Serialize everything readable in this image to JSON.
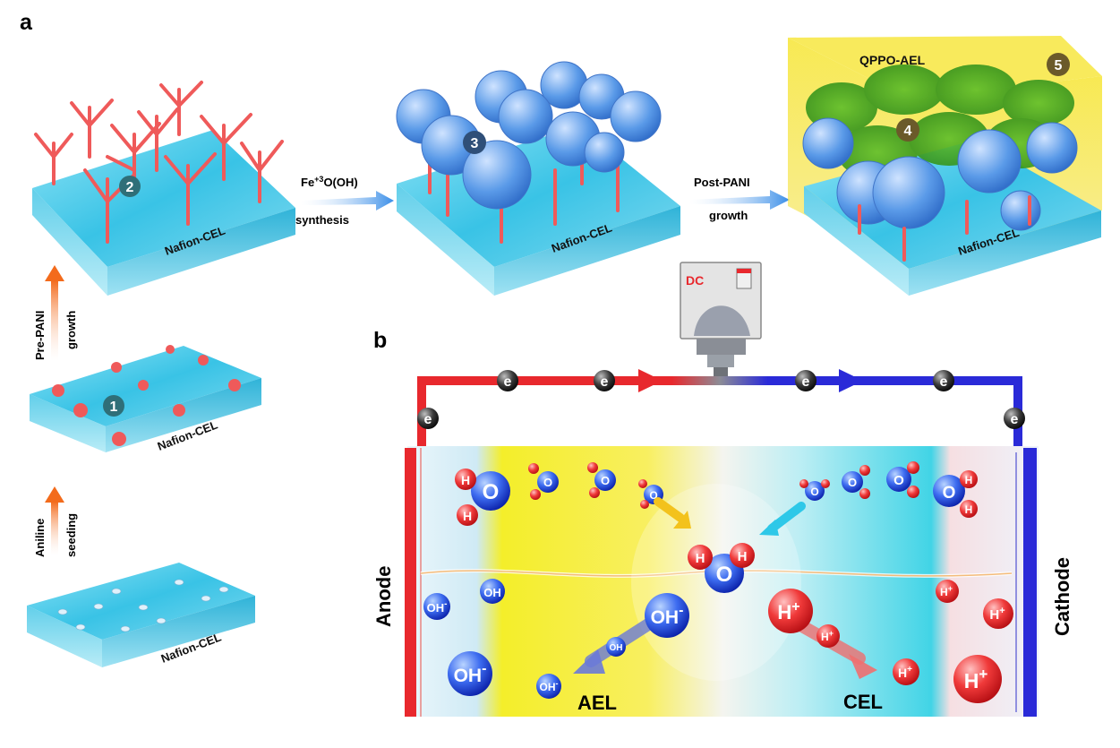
{
  "panel_a": {
    "letter": "a",
    "steps": [
      {
        "number": "1",
        "membrane": "Nafion-CEL"
      },
      {
        "number": "2",
        "membrane": "Nafion-CEL"
      },
      {
        "number": "3",
        "membrane": "Nafion-CEL"
      },
      {
        "number": "4",
        "membrane": "Nafion-CEL",
        "top_layer": "QPPO-AEL",
        "top_number": "5"
      }
    ],
    "base_membrane": "Nafion-CEL",
    "arrows": {
      "seeding_line1": "Aniline",
      "seeding_line2": "seeding",
      "pre_line1": "Pre-PANI",
      "pre_line2": "growth",
      "fe_line1": "Fe",
      "fe_sup": "+3",
      "fe_line1_rest": "O(OH)",
      "fe_line2": "synthesis",
      "post_line1": "Post-PANI",
      "post_line2": "growth"
    }
  },
  "panel_b": {
    "letter": "b",
    "power_source": "DC",
    "electron": "e",
    "anode": "Anode",
    "cathode": "Cathode",
    "ael": "AEL",
    "cel": "CEL",
    "oh": "OH",
    "minus": "-",
    "h": "H",
    "plus": "+",
    "o": "O"
  },
  "colors": {
    "membrane": "#39c3e6",
    "pani": "#ef5a5a",
    "feooh": "#5a9ae8",
    "ael_yellow": "#f7ea2a",
    "cel_cyan": "#3fd6e8",
    "anode_red": "#e8282d",
    "cathode_blue": "#2222d8",
    "arrow_orange": "#f36b1c",
    "arrow_blue": "#3a8ee8"
  }
}
